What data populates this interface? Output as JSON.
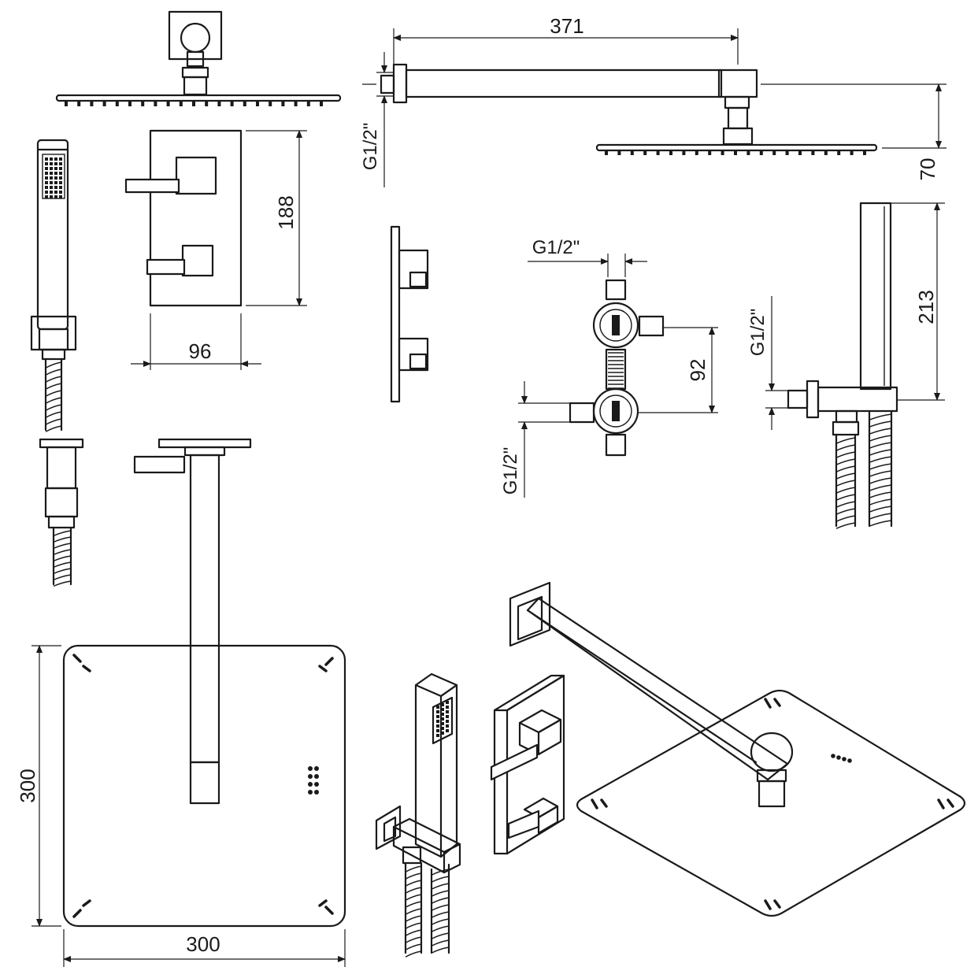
{
  "dimensions": {
    "panel_height": "188",
    "panel_width": "96",
    "arm_length": "371",
    "arm_thread": "G1/2\"",
    "arm_drop": "70",
    "valve_thread_top": "G1/2\"",
    "valve_spacing": "92",
    "valve_thread_bottom": "G1/2\"",
    "holder_thread": "G1/2\"",
    "handshower_length": "213",
    "head_height": "300",
    "head_width": "300"
  },
  "colors": {
    "line": "#1a1a1a",
    "background": "#ffffff"
  }
}
